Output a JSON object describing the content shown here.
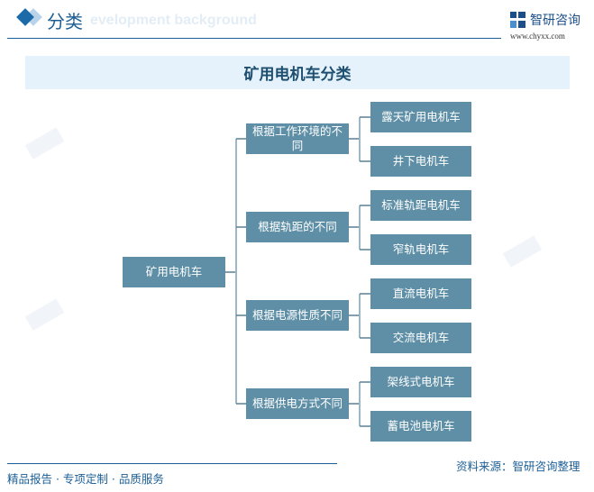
{
  "header": {
    "title": "分类",
    "background_text": "evelopment background",
    "logo_name": "智研咨询",
    "logo_url": "www.chyxx.com"
  },
  "banner": {
    "title": "矿用电机车分类"
  },
  "tree": {
    "root": "矿用电机车",
    "groups": [
      {
        "label": "根据工作环境的不同",
        "children": [
          "露天矿用电机车",
          "井下电机车"
        ]
      },
      {
        "label": "根据轨距的不同",
        "children": [
          "标准轨距电机车",
          "窄轨电机车"
        ]
      },
      {
        "label": "根据电源性质不同",
        "children": [
          "直流电机车",
          "交流电机车"
        ]
      },
      {
        "label": "根据供电方式不同",
        "children": [
          "架线式电机车",
          "蓄电池电机车"
        ]
      }
    ]
  },
  "footer": {
    "left": "精品报告 · 专项定制 · 品质服务",
    "source": "资料来源：智研咨询整理"
  },
  "colors": {
    "node": "#5e8fa6",
    "accent": "#1c5f96",
    "banner": "#e6f2fb"
  }
}
